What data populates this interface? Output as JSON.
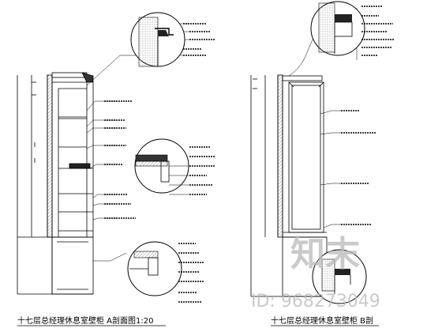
{
  "drawing": {
    "title_a": "十七层总经理休息室壁柜 A剖面图1:20",
    "title_b": "十七层总经理休息室壁柜 B剖"
  },
  "watermark": {
    "logo_text": "知末",
    "id_text": "ID: 968273049"
  },
  "colors": {
    "line": "#000000",
    "hatch": "#7a7a7a",
    "watermark": "#b9b9b9"
  }
}
